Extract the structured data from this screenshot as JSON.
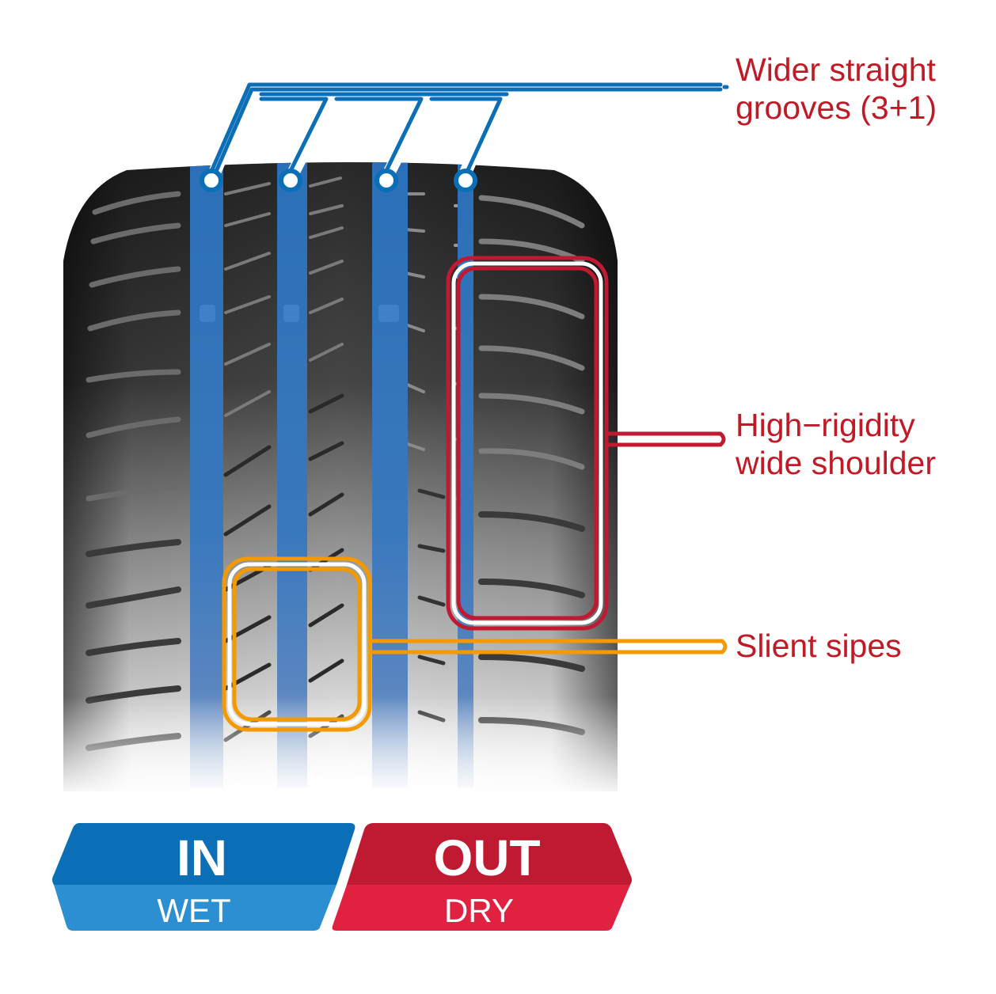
{
  "diagram": {
    "subject": "tire tread pattern",
    "colors": {
      "groove_blue": "#2a6fb8",
      "callout_blue": "#0b6fb7",
      "callout_red": "#c01a33",
      "callout_orange": "#f29a00",
      "label_text": "#c01a26",
      "in_top": "#0b6fb7",
      "in_bottom": "#2b8fd1",
      "out_top": "#c01a33",
      "out_bottom": "#e0213f"
    },
    "callouts": [
      {
        "id": "grooves",
        "lines": [
          "Wider straight",
          "grooves (3+1)"
        ],
        "color": "blue",
        "groove_count": "3+1"
      },
      {
        "id": "shoulder",
        "lines": [
          "High−rigidity",
          "wide shoulder"
        ],
        "color": "red"
      },
      {
        "id": "sipes",
        "lines": [
          "Slient sipes"
        ],
        "color": "orange"
      }
    ],
    "badges": {
      "in": {
        "main": "IN",
        "sub": "WET"
      },
      "out": {
        "main": "OUT",
        "sub": "DRY"
      }
    }
  }
}
